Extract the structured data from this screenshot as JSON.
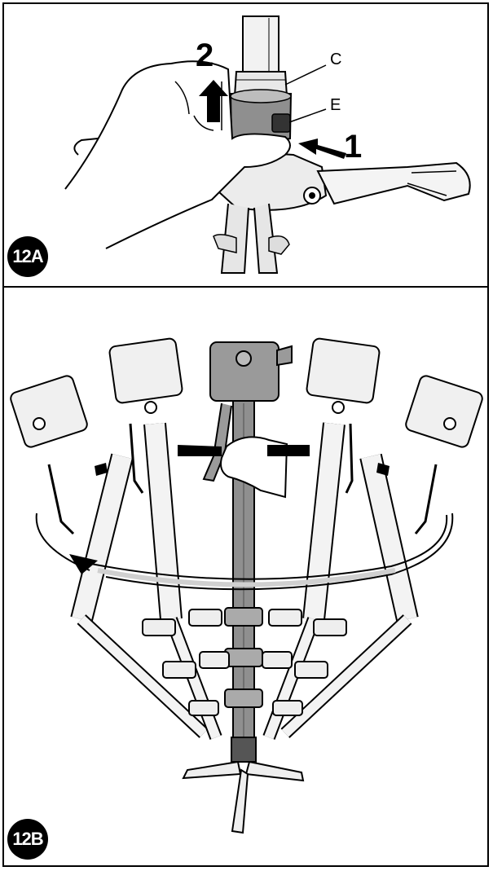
{
  "panels": [
    {
      "label": "12A",
      "callouts": {
        "step_push": "1",
        "step_lift": "2",
        "part_c": "C",
        "part_e": "E"
      }
    },
    {
      "label": "12B"
    }
  ],
  "colors": {
    "ink": "#000000",
    "highlight_gray": "#8f8f8f",
    "light_gray": "#d0d0d0",
    "background": "#ffffff"
  },
  "icons": [
    "arrow-up-icon",
    "arrow-left-icon",
    "rotation-arrow-icon"
  ]
}
